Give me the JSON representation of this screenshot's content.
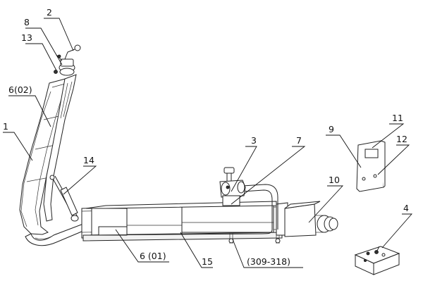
{
  "labels": {
    "l1": "1",
    "l2": "2",
    "l3": "3",
    "l4": "4",
    "l7": "7",
    "l8": "8",
    "l9": "9",
    "l10": "10",
    "l11": "11",
    "l12": "12",
    "l13": "13",
    "l14": "14",
    "l15": "15",
    "l6_02": "6(02)",
    "l6_01": "6 (01)",
    "l309": "(309-318)"
  }
}
